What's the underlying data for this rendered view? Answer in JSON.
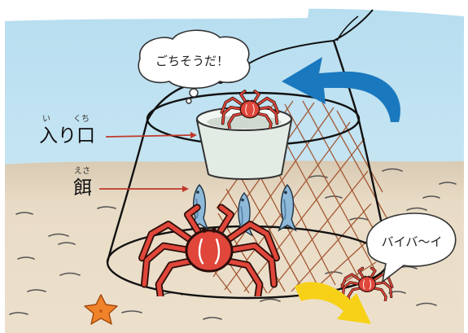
{
  "labels": {
    "entrance": {
      "text": "入り口",
      "ruby_1": "い",
      "ruby_2": "くち"
    },
    "bait": {
      "text": "餌",
      "ruby": "えさ"
    }
  },
  "bubbles": {
    "big_crab": "ごちそうだ！",
    "escaping_crab": "バイバ～イ"
  },
  "colors": {
    "sky": "#c9e6f2",
    "sand": "#eadcc7",
    "crab": "#e0463a",
    "net": "#a0522d",
    "blue_arrow": "#1a78be",
    "yellow_arrow": "#f7d117",
    "fish": "#8fb9d9",
    "bucket": "#e3ece4",
    "starfish": "#f0822a"
  }
}
